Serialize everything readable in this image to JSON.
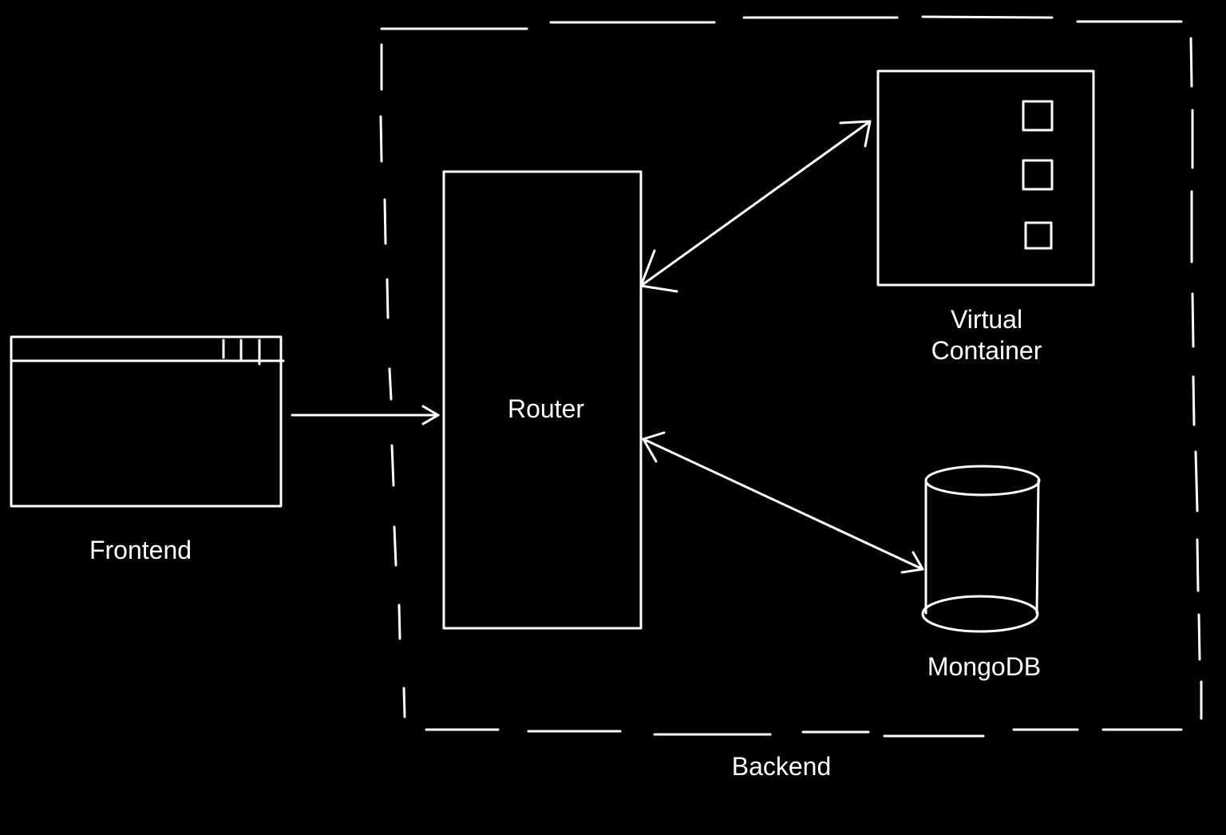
{
  "nodes": {
    "frontend": {
      "label": "Frontend"
    },
    "router": {
      "label": "Router"
    },
    "virtual_container": {
      "label_lines": [
        "Virtual",
        "Container"
      ]
    },
    "mongodb": {
      "label": "MongoDB"
    }
  },
  "groups": {
    "backend": {
      "label": "Backend"
    }
  },
  "edges": [
    {
      "from": "frontend",
      "to": "router",
      "direction": "one-way"
    },
    {
      "from": "router",
      "to": "virtual_container",
      "direction": "bidirectional"
    },
    {
      "from": "router",
      "to": "mongodb",
      "direction": "bidirectional"
    }
  ],
  "colors": {
    "background": "#000000",
    "stroke": "#ffffff",
    "text": "#ffffff"
  }
}
